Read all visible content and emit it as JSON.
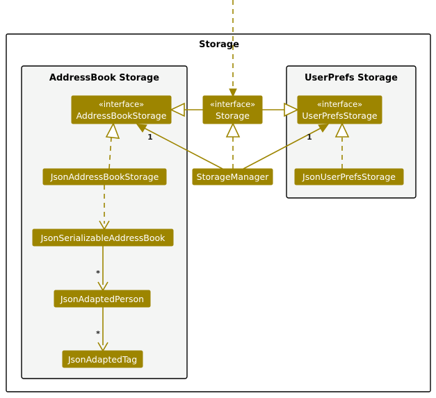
{
  "diagram": {
    "type": "uml-class-diagram",
    "accent_color": "#9d8500",
    "package_background": "#f4f5f4",
    "canvas_background": "#ffffff",
    "outer_package": {
      "title": "Storage"
    },
    "packages": [
      {
        "id": "addressbook-storage",
        "title": "AddressBook Storage"
      },
      {
        "id": "userprefs-storage",
        "title": "UserPrefs Storage"
      }
    ],
    "classes": [
      {
        "id": "addressbookstorage",
        "stereotype": "«interface»",
        "name": "AddressBookStorage"
      },
      {
        "id": "storage",
        "stereotype": "«interface»",
        "name": "Storage"
      },
      {
        "id": "userprefsstorage",
        "stereotype": "«interface»",
        "name": "UserPrefsStorage"
      },
      {
        "id": "jsonaddressbookstorage",
        "stereotype": "",
        "name": "JsonAddressBookStorage"
      },
      {
        "id": "storagemanager",
        "stereotype": "",
        "name": "StorageManager"
      },
      {
        "id": "jsonuserprefsstorage",
        "stereotype": "",
        "name": "JsonUserPrefsStorage"
      },
      {
        "id": "jsonserializableaddressbook",
        "stereotype": "",
        "name": "JsonSerializableAddressBook"
      },
      {
        "id": "jsonadaptedperson",
        "stereotype": "",
        "name": "JsonAdaptedPerson"
      },
      {
        "id": "jsonadaptedtag",
        "stereotype": "",
        "name": "JsonAdaptedTag"
      }
    ],
    "relationships": [
      {
        "from": "storage",
        "to": "addressbookstorage",
        "kind": "generalization",
        "multiplicity": ""
      },
      {
        "from": "storage",
        "to": "userprefsstorage",
        "kind": "generalization",
        "multiplicity": ""
      },
      {
        "from": "storagemanager",
        "to": "storage",
        "kind": "realization",
        "multiplicity": ""
      },
      {
        "from": "storagemanager",
        "to": "addressbookstorage",
        "kind": "association",
        "multiplicity": "1"
      },
      {
        "from": "storagemanager",
        "to": "userprefsstorage",
        "kind": "association",
        "multiplicity": "1"
      },
      {
        "from": "jsonaddressbookstorage",
        "to": "addressbookstorage",
        "kind": "realization",
        "multiplicity": ""
      },
      {
        "from": "jsonuserprefsstorage",
        "to": "userprefsstorage",
        "kind": "realization",
        "multiplicity": ""
      },
      {
        "from": "jsonaddressbookstorage",
        "to": "jsonserializableaddressbook",
        "kind": "dependency",
        "multiplicity": ""
      },
      {
        "from": "jsonserializableaddressbook",
        "to": "jsonadaptedperson",
        "kind": "association",
        "multiplicity": "*"
      },
      {
        "from": "jsonadaptedperson",
        "to": "jsonadaptedtag",
        "kind": "association",
        "multiplicity": "*"
      }
    ],
    "external_dependency": {
      "label": "",
      "note": "dashed line entering Storage package from above into Storage interface"
    },
    "multiplicity_labels": [
      "1",
      "1",
      "*",
      "*"
    ]
  }
}
